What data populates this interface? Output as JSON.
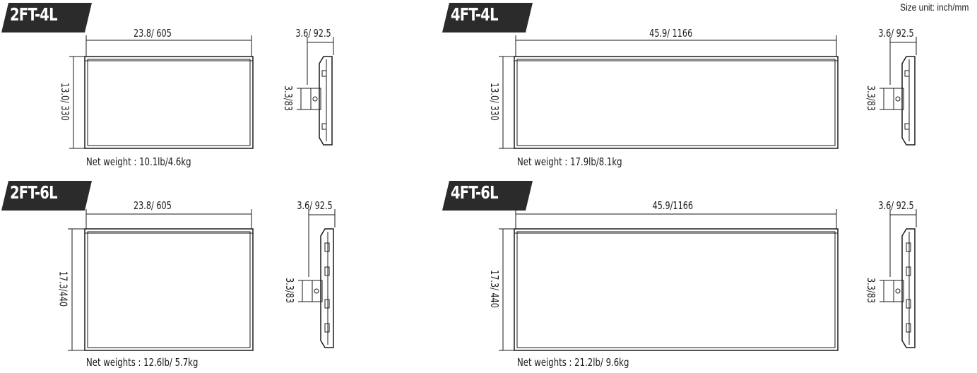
{
  "size_unit_note": "Size unit: inch/mm",
  "panels": [
    {
      "model": "2FT-4L",
      "width": "23.8/ 605",
      "height": "13.0/ 330",
      "depth": "3.6/ 92.5",
      "bracket": "3.3/83",
      "weight": "Net weight : 10.1lb/4.6kg"
    },
    {
      "model": "4FT-4L",
      "width": "45.9/ 1166",
      "height": "13.0/ 330",
      "depth": "3.6/ 92.5",
      "bracket": "3.3/83",
      "weight": "Net weight : 17.9lb/8.1kg"
    },
    {
      "model": "2FT-6L",
      "width": "23.8/ 605",
      "height": "17.3/440",
      "depth": "3.6/ 92.5",
      "bracket": "3.3/83",
      "weight": "Net weights : 12.6lb/ 5.7kg"
    },
    {
      "model": "4FT-6L",
      "width": "45.9/1166",
      "height": "17.3/ 440",
      "depth": "3.6/ 92.5",
      "bracket": "3.3/83",
      "weight": "Net weights : 21.2lb/ 9.6kg"
    }
  ]
}
